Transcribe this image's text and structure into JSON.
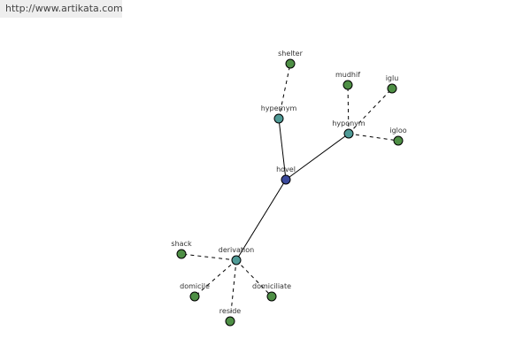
{
  "banner": {
    "url": "http://www.artikata.com"
  },
  "colors": {
    "center": "#3b4a9c",
    "relation": "#4f9a96",
    "leaf": "#4e8f45"
  },
  "graph": {
    "nodes": [
      {
        "id": "hovel",
        "label": "hovel",
        "kind": "center"
      },
      {
        "id": "hypernym",
        "label": "hypernym",
        "kind": "relation"
      },
      {
        "id": "hyponym",
        "label": "hyponym",
        "kind": "relation"
      },
      {
        "id": "derivation",
        "label": "derivation",
        "kind": "relation"
      },
      {
        "id": "shelter",
        "label": "shelter",
        "kind": "leaf"
      },
      {
        "id": "mudhif",
        "label": "mudhif",
        "kind": "leaf"
      },
      {
        "id": "iglu",
        "label": "iglu",
        "kind": "leaf"
      },
      {
        "id": "igloo",
        "label": "igloo",
        "kind": "leaf"
      },
      {
        "id": "shack",
        "label": "shack",
        "kind": "leaf"
      },
      {
        "id": "domicile",
        "label": "domicile",
        "kind": "leaf"
      },
      {
        "id": "domiciliate",
        "label": "domiciliate",
        "kind": "leaf"
      },
      {
        "id": "reside",
        "label": "reside",
        "kind": "leaf"
      }
    ],
    "edges": [
      {
        "from": "hovel",
        "to": "hypernym",
        "style": "solid"
      },
      {
        "from": "hovel",
        "to": "hyponym",
        "style": "solid"
      },
      {
        "from": "hovel",
        "to": "derivation",
        "style": "solid"
      },
      {
        "from": "hypernym",
        "to": "shelter",
        "style": "dashed"
      },
      {
        "from": "hyponym",
        "to": "mudhif",
        "style": "dashed"
      },
      {
        "from": "hyponym",
        "to": "iglu",
        "style": "dashed"
      },
      {
        "from": "hyponym",
        "to": "igloo",
        "style": "dashed"
      },
      {
        "from": "derivation",
        "to": "shack",
        "style": "dashed"
      },
      {
        "from": "derivation",
        "to": "domicile",
        "style": "dashed"
      },
      {
        "from": "derivation",
        "to": "domiciliate",
        "style": "dashed"
      },
      {
        "from": "derivation",
        "to": "reside",
        "style": "dashed"
      }
    ]
  }
}
